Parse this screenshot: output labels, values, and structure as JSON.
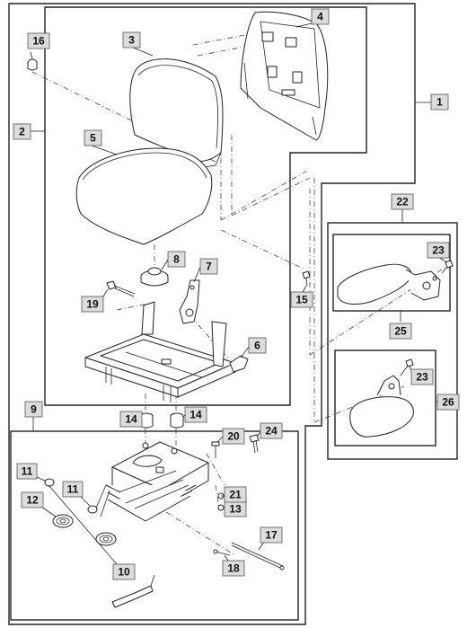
{
  "callouts": {
    "c1": "1",
    "c2": "2",
    "c3": "3",
    "c4": "4",
    "c5": "5",
    "c6": "6",
    "c7": "7",
    "c8": "8",
    "c9": "9",
    "c10": "10",
    "c11a": "11",
    "c11b": "11",
    "c12": "12",
    "c13": "13",
    "c14a": "14",
    "c14b": "14",
    "c15": "15",
    "c16": "16",
    "c17": "17",
    "c18": "18",
    "c19": "19",
    "c20": "20",
    "c21": "21",
    "c22": "22",
    "c23a": "23",
    "c23b": "23",
    "c24": "24",
    "c25": "25",
    "c26": "26"
  }
}
